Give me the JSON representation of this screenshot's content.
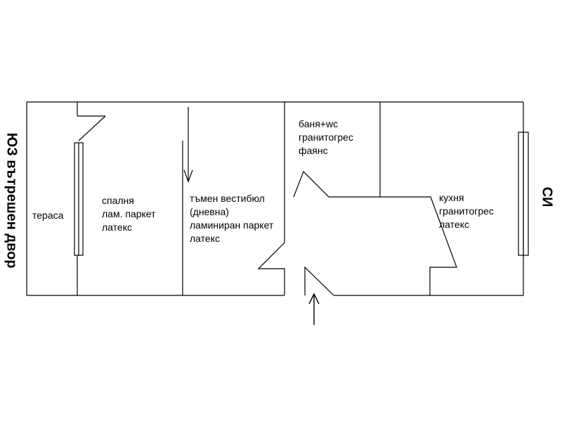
{
  "plan": {
    "orientation": {
      "left": "ЮЗ вътрешен двор",
      "right": "СИ"
    },
    "rooms": {
      "terrace": {
        "line1": "тераса"
      },
      "bedroom": {
        "line1": "спалня",
        "line2": "лам. паркет",
        "line3": "латекс"
      },
      "hall": {
        "line1": "тъмен вестибюл",
        "line2": "(дневна)",
        "line3": "ламиниран паркет",
        "line4": "латекс"
      },
      "bath": {
        "line1": "баня+wc",
        "line2": "гранитогрес",
        "line3": "фаянс"
      },
      "kitchen": {
        "line1": "кухня",
        "line2": "гранитогрес",
        "line3": "латекс"
      }
    }
  }
}
